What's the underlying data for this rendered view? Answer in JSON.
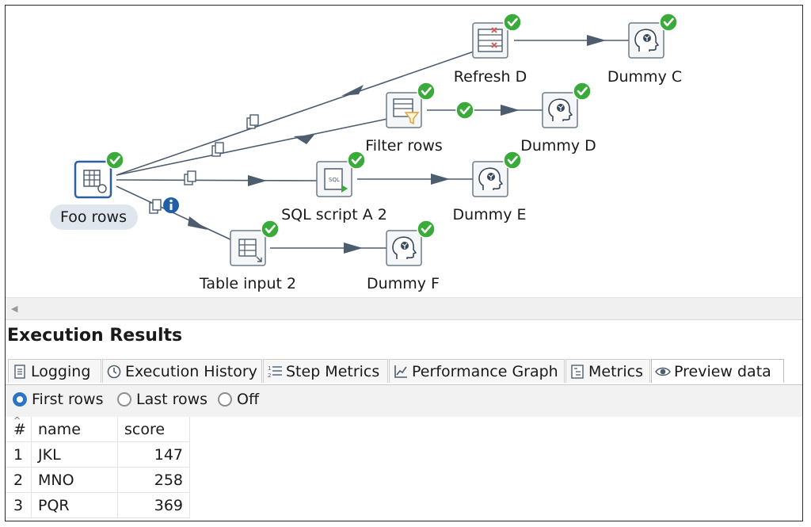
{
  "canvas": {
    "steps": [
      {
        "id": "foo-rows",
        "label": "Foo rows",
        "icon": "table-gear-icon",
        "status": "success"
      },
      {
        "id": "refresh-d",
        "label": "Refresh D",
        "icon": "delete-rows-icon",
        "status": "success"
      },
      {
        "id": "dummy-c",
        "label": "Dummy C",
        "icon": "dummy-head-icon",
        "status": "success"
      },
      {
        "id": "filter-rows",
        "label": "Filter rows",
        "icon": "filter-icon",
        "status": "success"
      },
      {
        "id": "dummy-d",
        "label": "Dummy D",
        "icon": "dummy-head-icon",
        "status": "success"
      },
      {
        "id": "sql-script",
        "label": "SQL script A 2",
        "icon": "sql-script-icon",
        "status": "success"
      },
      {
        "id": "dummy-e",
        "label": "Dummy E",
        "icon": "dummy-head-icon",
        "status": "success"
      },
      {
        "id": "table-input",
        "label": "Table input 2",
        "icon": "table-input-icon",
        "status": "success"
      },
      {
        "id": "dummy-f",
        "label": "Dummy F",
        "icon": "dummy-head-icon",
        "status": "success"
      }
    ]
  },
  "results": {
    "title": "Execution Results",
    "tabs": [
      {
        "label": "Logging",
        "icon": "log-icon"
      },
      {
        "label": "Execution History",
        "icon": "history-icon"
      },
      {
        "label": "Step Metrics",
        "icon": "list-icon"
      },
      {
        "label": "Performance Graph",
        "icon": "graph-icon"
      },
      {
        "label": "Metrics",
        "icon": "metrics-icon"
      },
      {
        "label": "Preview data",
        "icon": "eye-icon",
        "active": true
      }
    ],
    "preview_modes": [
      {
        "label": "First rows",
        "checked": true
      },
      {
        "label": "Last rows",
        "checked": false
      },
      {
        "label": "Off",
        "checked": false
      }
    ],
    "table": {
      "headers": [
        "#",
        "name",
        "score"
      ],
      "rows": [
        [
          "1",
          "JKL",
          "147"
        ],
        [
          "2",
          "MNO",
          "258"
        ],
        [
          "3",
          "PQR",
          "369"
        ]
      ]
    }
  },
  "colors": {
    "accent": "#2f73c3",
    "success": "#3aab3a",
    "info": "#1f5fa8",
    "hop": "#4d5d6f"
  }
}
